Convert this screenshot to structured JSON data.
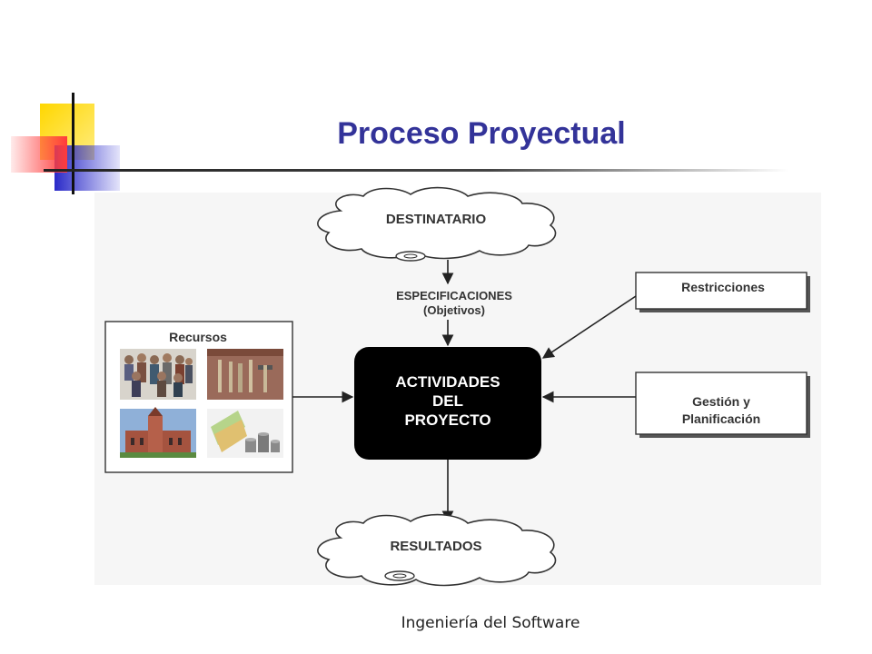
{
  "slide": {
    "title": "Proceso Proyectual",
    "footer": "Ingeniería del Software"
  },
  "diagram": {
    "destinatario": "DESTINATARIO",
    "especificaciones": "ESPECIFICACIONES",
    "objetivos": "(Objetivos)",
    "recursos": "Recursos",
    "actividades_line1": "ACTIVIDADES",
    "actividades_line2": "DEL",
    "actividades_line3": "PROYECTO",
    "restricciones": "Restricciones",
    "gestion_line1": "Gestión y",
    "gestion_line2": "Planificación",
    "resultados": "RESULTADOS"
  },
  "colors": {
    "title": "#333399",
    "deco_yellow": "#ffd700",
    "deco_blue": "#3333cc",
    "deco_red": "#ff4444",
    "activity_box": "#000000"
  },
  "icons": [
    "people-image-icon",
    "tools-image-icon",
    "building-image-icon",
    "money-image-icon"
  ]
}
